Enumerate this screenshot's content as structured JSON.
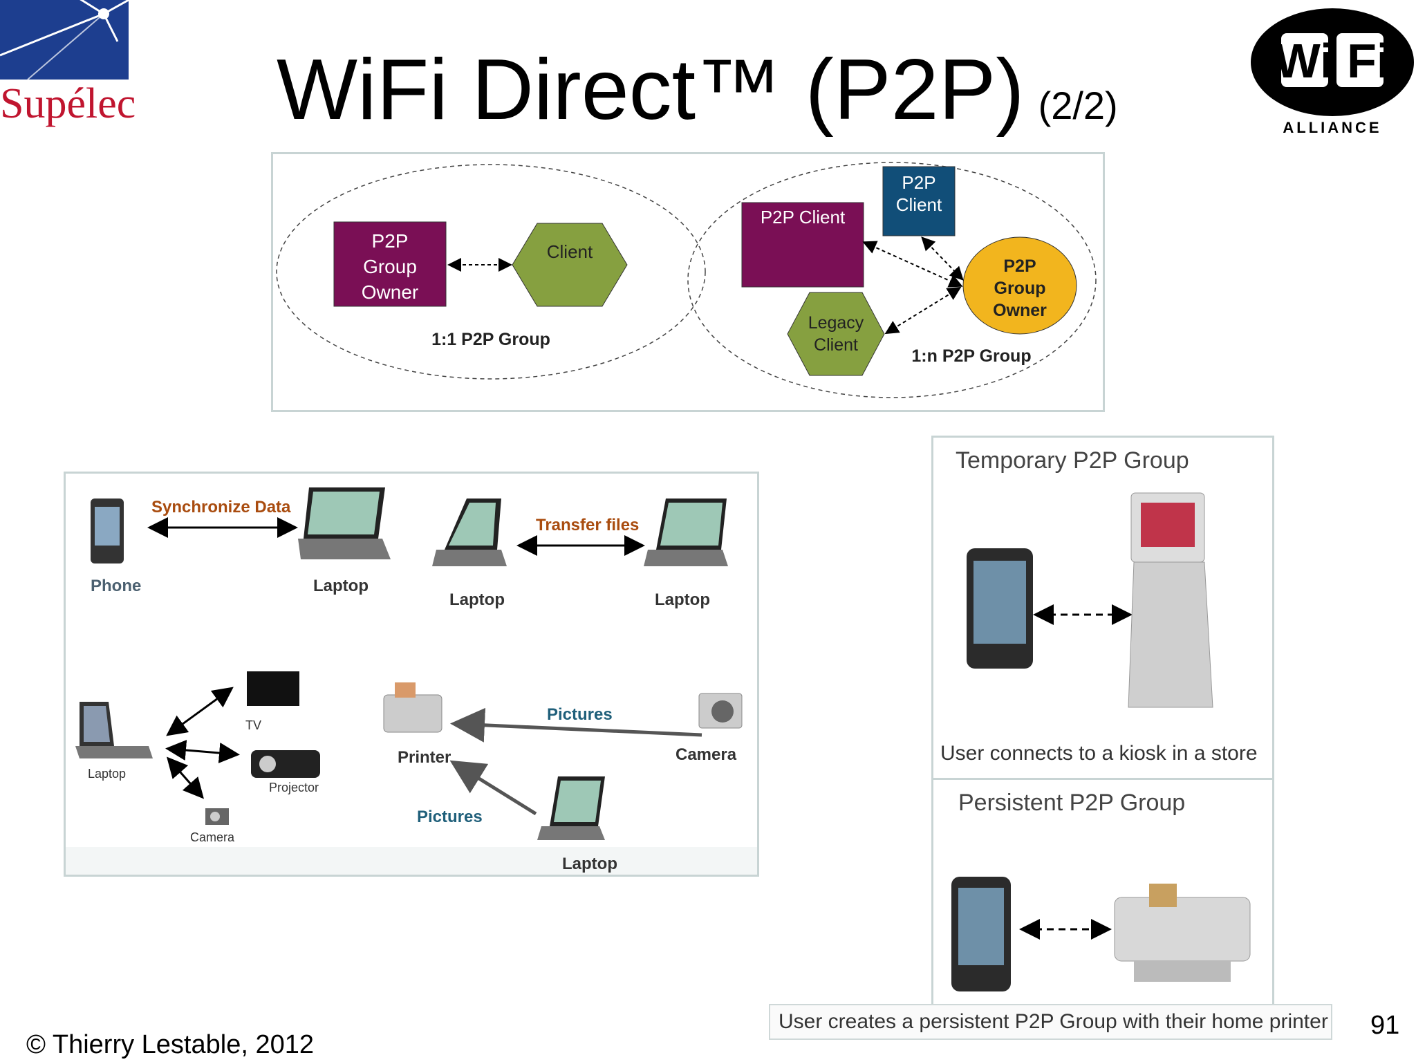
{
  "header": {
    "title": "WiFi Direct™  (P2P)",
    "title_part": "(2/2)",
    "left_logo_text": "Supélec",
    "right_logo_text": "Wi Fi",
    "right_logo_subtext": "ALLIANCE"
  },
  "group_diagram": {
    "left": {
      "owner_label": [
        "P2P",
        "Group",
        "Owner"
      ],
      "client_label": "Client",
      "group_label": "1:1 P2P Group"
    },
    "right": {
      "client1_label": "P2P Client",
      "client2_label": [
        "P2P",
        "Client"
      ],
      "owner_label": [
        "P2P",
        "Group",
        "Owner"
      ],
      "legacy_label": [
        "Legacy",
        "Client"
      ],
      "group_label": "1:n P2P Group"
    }
  },
  "device_diagram": {
    "sync_label": "Synchronize Data",
    "phone_label": "Phone",
    "laptop1_label": "Laptop",
    "transfer_label": "Transfer files",
    "laptop2_label": "Laptop",
    "laptop3_label": "Laptop",
    "tv_label": "TV",
    "laptop4_label": "Laptop",
    "projector_label": "Projector",
    "camera1_label": "Camera",
    "pictures1_label": "Pictures",
    "printer_label": "Printer",
    "camera2_label": "Camera",
    "pictures2_label": "Pictures",
    "laptop5_label": "Laptop"
  },
  "temporary_panel": {
    "title": "Temporary P2P Group",
    "caption": "User connects to a kiosk in a store"
  },
  "persistent_panel": {
    "title": "Persistent P2P Group",
    "caption": "User creates a persistent P2P Group with their home printer"
  },
  "footer": {
    "copyright": "© Thierry Lestable, 2012",
    "page_number": "91"
  },
  "colors": {
    "owner_purple": "#7a0f55",
    "client_green": "#86a040",
    "client_blue": "#114e78",
    "owner_gold": "#f2b51e",
    "brown_label": "#a94c0f",
    "blue_label": "#1f5f7a",
    "supelec_blue": "#1d3e8f",
    "supelec_red": "#c0152f"
  }
}
